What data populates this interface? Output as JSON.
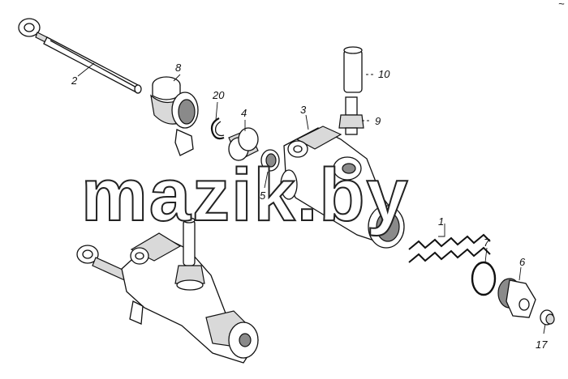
{
  "watermark": "mazik.by",
  "corner_mark": "~",
  "callouts": [
    "1",
    "2",
    "3",
    "4",
    "5",
    "6",
    "7",
    "8",
    "9",
    "10",
    "17",
    "20"
  ]
}
